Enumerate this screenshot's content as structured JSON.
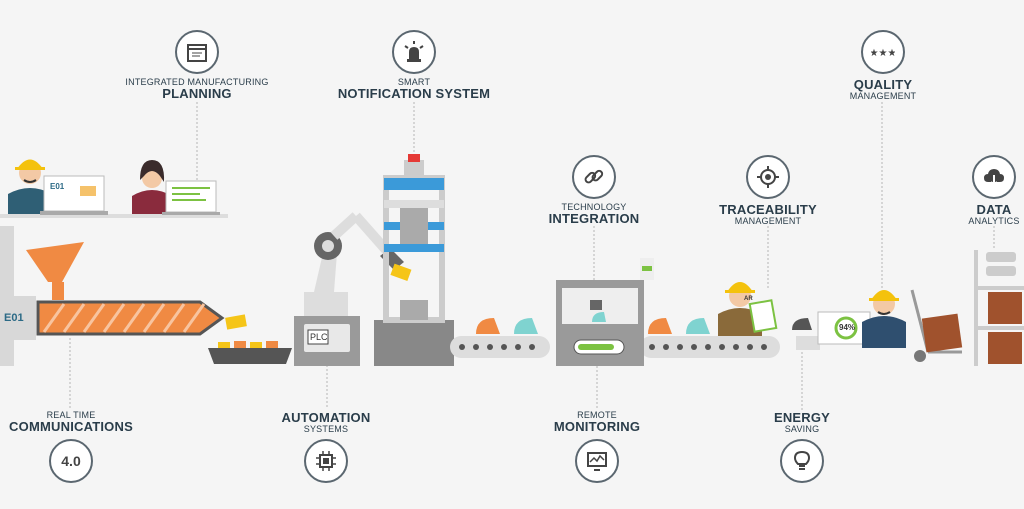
{
  "labels": {
    "planning": {
      "small": "INTEGRATED MANUFACTURING",
      "big": "PLANNING"
    },
    "notification": {
      "small": "SMART",
      "big": "NOTIFICATION SYSTEM"
    },
    "quality": {
      "big": "QUALITY",
      "small": "MANAGEMENT"
    },
    "technology": {
      "small": "TECHNOLOGY",
      "big": "INTEGRATION"
    },
    "traceability": {
      "big": "TRACEABILITY",
      "small": "MANAGEMENT"
    },
    "data": {
      "big": "DATA",
      "small": "ANALYTICS"
    },
    "communications": {
      "small": "REAL TIME",
      "big": "COMMUNICATIONS"
    },
    "automation": {
      "big": "AUTOMATION",
      "small": "SYSTEMS"
    },
    "monitoring": {
      "small": "REMOTE",
      "big": "MONITORING"
    },
    "energy": {
      "big": "ENERGY",
      "small": "SAVING"
    }
  },
  "machine_codes": {
    "laptop": "E01",
    "extruder": "E01"
  },
  "plc_label": "PLC",
  "efficiency_readout": "94%",
  "industry_badge": "4.0",
  "ar_tag": "AR",
  "icons": {
    "planning": "calendar-icon",
    "notification": "alarm-light-icon",
    "quality": "three-stars-icon",
    "technology": "chain-link-icon",
    "traceability": "target-icon",
    "data": "cloud-download-icon",
    "communications": "industry-4-bluetooth-icon",
    "automation": "chip-icon",
    "monitoring": "monitor-chart-icon",
    "energy": "light-bulb-icon"
  },
  "colors": {
    "accent": "#f08a43",
    "teal": "#7fd3d0",
    "blue": "#3b9ad9",
    "dark": "#2a3d4a",
    "green": "#7cc242"
  }
}
